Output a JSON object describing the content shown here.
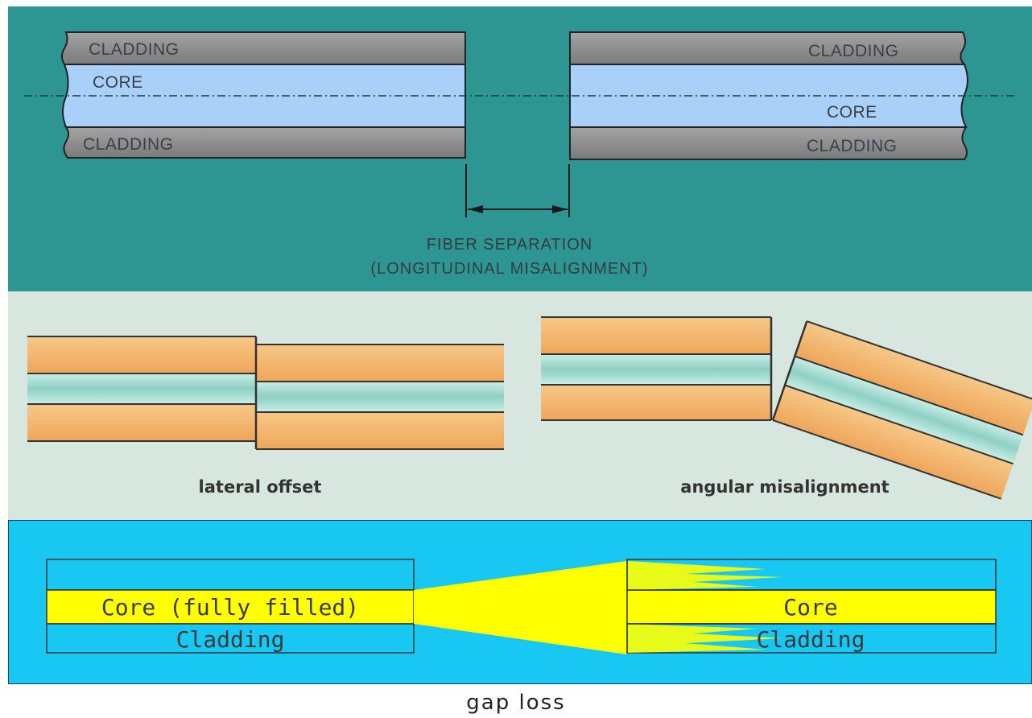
{
  "longitudinal": {
    "left_cladding_top": "CLADDING",
    "left_core": "CORE",
    "left_cladding_bottom": "CLADDING",
    "right_cladding_top": "CLADDING",
    "right_core": "CORE",
    "right_cladding_bottom": "CLADDING",
    "caption_line1": "FIBER SEPARATION",
    "caption_line2": "(LONGITUDINAL MISALIGNMENT)"
  },
  "misalignment": {
    "lateral_label": "lateral offset",
    "angular_label": "angular misalignment"
  },
  "gap": {
    "left_core": "Core (fully filled)",
    "left_cladding": "Cladding",
    "right_core": "Core",
    "right_cladding": "Cladding",
    "caption": "gap loss"
  },
  "colors": {
    "top_background": "#2e9692",
    "mid_background": "#d8e6e0",
    "bottom_background": "#18c8f2",
    "core_blue": "#a8d0f8",
    "cladding_gray": "#8a8a8a",
    "orange_cladding": "#f2b46a",
    "teal_core": "#9fd8cc",
    "yellow_core": "#ffff00"
  }
}
